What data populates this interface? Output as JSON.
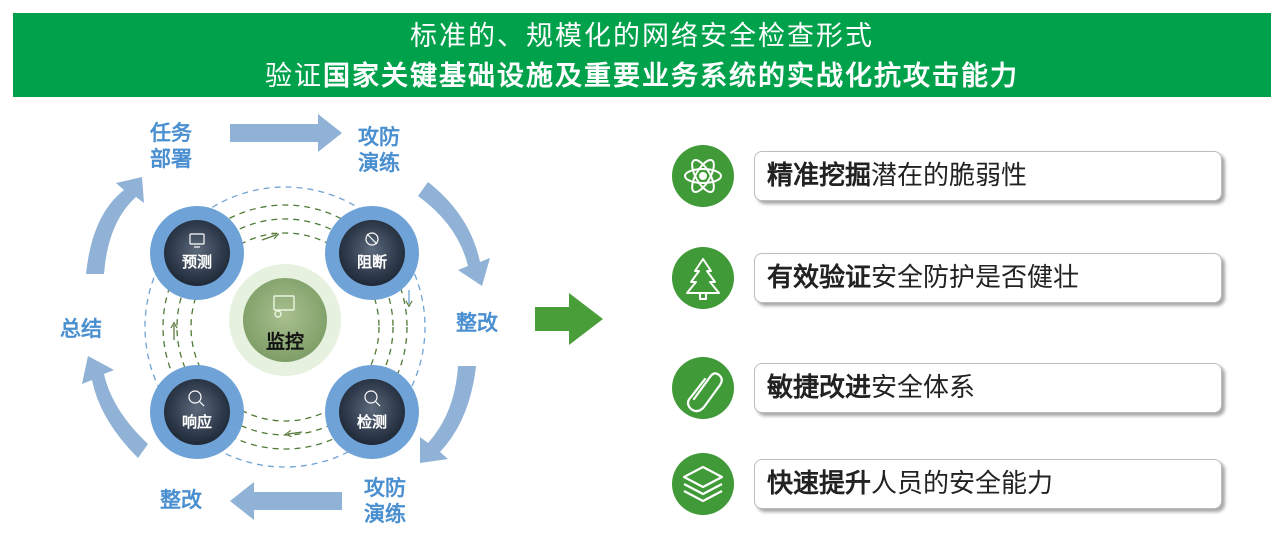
{
  "banner": {
    "line1": "标准的、规模化的网络安全检查形式",
    "line2_normal": "验证",
    "line2_bold": "国家关键基础设施及重要业务系统的实战化抗攻击能力"
  },
  "cycle": {
    "outer": {
      "task_deploy": "任务\n部署",
      "attack_drill_top": "攻防\n演练",
      "rectify_right": "整改",
      "attack_drill_bottom": "攻防\n演练",
      "rectify_bottom": "整改",
      "summary": "总结"
    },
    "nodes": {
      "predict": "预测",
      "block": "阻断",
      "respond": "响应",
      "detect": "检测",
      "monitor": "监控"
    }
  },
  "items": [
    {
      "bold": "精准挖掘",
      "normal": "潜在的脆弱性",
      "icon": "atom-icon"
    },
    {
      "bold": "有效验证",
      "normal": "安全防护是否健壮",
      "icon": "tree-icon"
    },
    {
      "bold": "敏捷改进",
      "normal": "安全体系",
      "icon": "paperclip-icon"
    },
    {
      "bold": "快速提升",
      "normal": "人员的安全能力",
      "icon": "layers-icon"
    }
  ],
  "colors": {
    "banner": "#00a14b",
    "icon_green": "#3f9a37",
    "arrow_green": "#4a9e3a",
    "cycle_blue": "#8fb2d6",
    "label_blue": "#4a8fd0"
  }
}
